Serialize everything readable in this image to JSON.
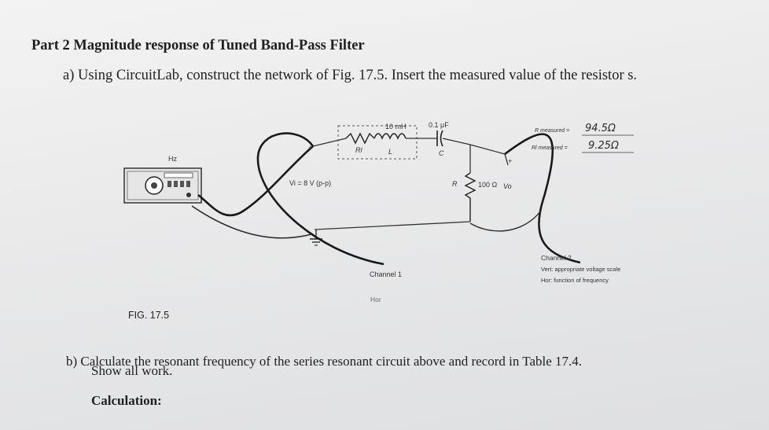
{
  "heading": "Part 2 Magnitude response of Tuned Band-Pass Filter",
  "part_a": "a)  Using CircuitLab, construct the network of Fig. 17.5. Insert the measured value of the resistor s.",
  "part_b_line1": "b)  Calculate the resonant frequency of the series resonant circuit above and record in Table 17.4.",
  "part_b_line2": "Show all work.",
  "calculation_label": "Calculation:",
  "figure": {
    "caption": "FIG. 17.5",
    "generator_label": "Hz",
    "inductor_value": "10 mH",
    "resistor_rl": "Rl",
    "inductor_symbol": "L",
    "capacitor_value": "0.1 μF",
    "capacitor_symbol": "C",
    "source_label": "Vi = 8 V (p-p)",
    "resistor_symbol": "R",
    "resistor_value": "100 Ω",
    "output_label": "Vo",
    "channel1": "Channel 1",
    "channel1_hor": "Hor",
    "channel2": "Channel 2",
    "channel2_vert": "Vert:  appropriate voltage scale",
    "channel2_hor": "Hor:   function of frequency",
    "r_measured_label": "R measured =",
    "rl_measured_label": "Rl measured =",
    "r_measured_value": "94.5Ω",
    "rl_measured_value": "9.25Ω"
  }
}
